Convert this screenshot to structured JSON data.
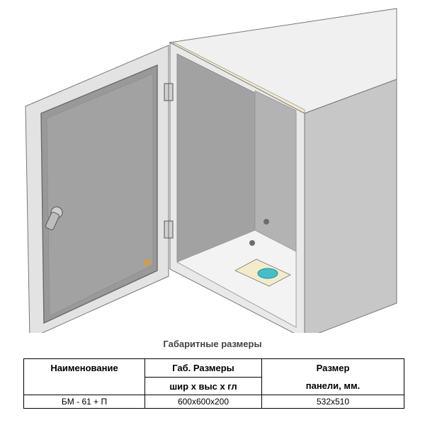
{
  "caption": "Габаритные размеры",
  "table": {
    "header": {
      "name": "Наименование",
      "dimensions": "Габ. Размеры",
      "dimensions_sub": "шир х выс х гл",
      "panel": "Размер",
      "panel_sub": "панели, мм."
    },
    "rows": [
      {
        "name": "БМ - 61 + П",
        "dimensions": "600х600х200",
        "panel": "532х510"
      }
    ]
  },
  "colors": {
    "cabinet_top": "#f0f0f0",
    "cabinet_side": "#c7c7c7",
    "interior": "#9f9f9f",
    "seal": "#f2eccb",
    "door_glass": "#999999",
    "door_frame": "#e3e3e3"
  }
}
